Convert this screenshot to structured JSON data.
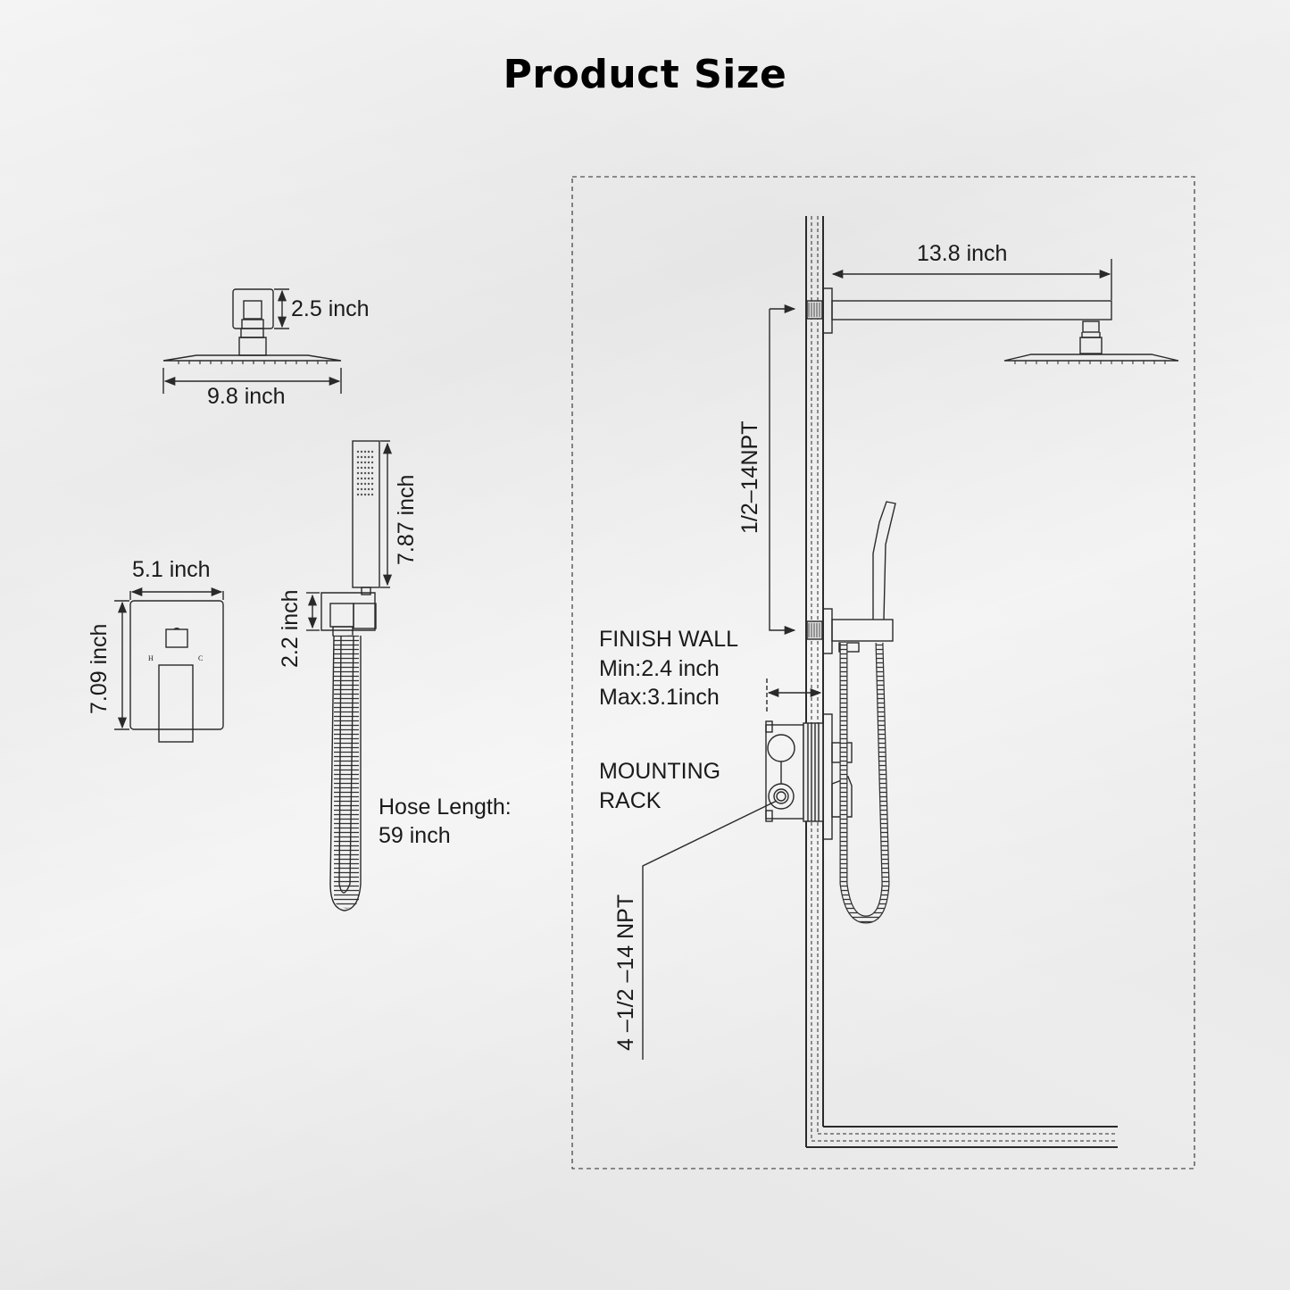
{
  "title": "Product Size",
  "colors": {
    "line": "#2a2a2a",
    "text": "#1a1a1a",
    "background": "#ececec"
  },
  "rain_shower_head": {
    "height_label": "2.5 inch",
    "width_label": "9.8 inch"
  },
  "valve_trim": {
    "width_label": "5.1 inch",
    "height_label": "7.09 inch",
    "hot_mark": "H",
    "cold_mark": "C"
  },
  "hand_shower": {
    "length_label": "7.87 inch",
    "holder_label": "2.2 inch",
    "hose_label_line1": "Hose Length:",
    "hose_label_line2": "59 inch"
  },
  "installation": {
    "arm_length_label": "13.8 inch",
    "inlet_thread_label": "1/2–14NPT",
    "finish_wall_title": "FINISH WALL",
    "finish_wall_min": "Min:2.4 inch",
    "finish_wall_max": "Max:3.1inch",
    "mounting_rack_line1": "MOUNTING",
    "mounting_rack_line2": "RACK",
    "valve_ports_label": "4 –1/2 –14 NPT"
  }
}
